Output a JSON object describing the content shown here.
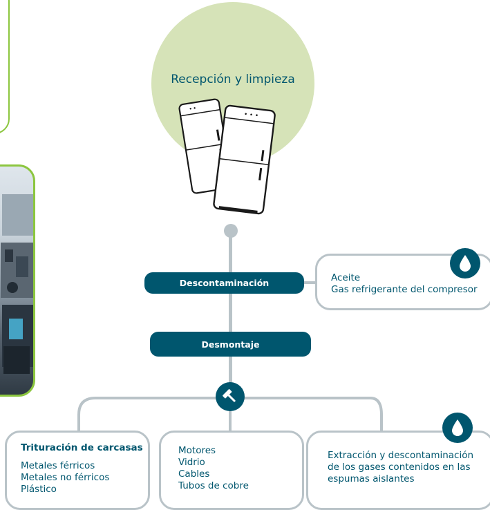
{
  "top_node": {
    "title": "Recepción y limpieza",
    "icon": "fridge-icon"
  },
  "steps": {
    "decontamination": "Descontaminación",
    "disassembly": "Desmontaje"
  },
  "decontamination_box": {
    "icon": "drop-icon",
    "lines": [
      "Aceite",
      "Gas refrigerante del compresor"
    ]
  },
  "branch_icon": "hammer-icon",
  "outputs": {
    "shredding": {
      "title": "Trituración de carcasas",
      "lines": [
        "Metales férricos",
        "Metales no férricos",
        "Plástico"
      ]
    },
    "components": {
      "lines": [
        "Motores",
        "Vidrio",
        "Cables",
        "Tubos de cobre"
      ]
    },
    "foam_gases": {
      "icon": "drop-icon",
      "lines": [
        "Extracción y descontaminación",
        "de los gases contenidos en las",
        "espumas aislantes"
      ]
    }
  },
  "colors": {
    "accent": "#00566e",
    "frame_green": "#8cc63f",
    "circle_green": "#d6e3b8",
    "connector_gray": "#b9c3c8"
  }
}
